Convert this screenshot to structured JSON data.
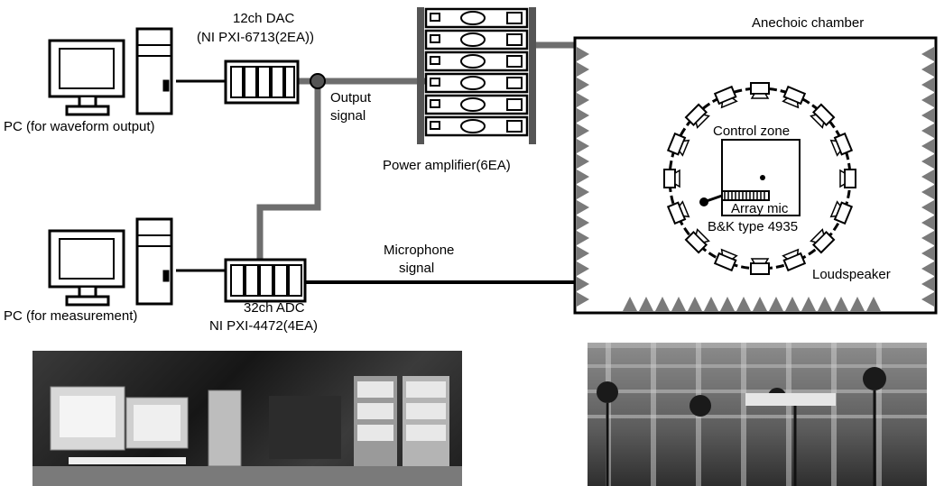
{
  "labels": {
    "dac_line1": "12ch DAC",
    "dac_line2": "(NI PXI-6713(2EA))",
    "pc_output": "PC (for waveform output)",
    "pc_measure": "PC (for measurement)",
    "output_signal_1": "Output",
    "output_signal_2": "signal",
    "power_amp": "Power amplifier(6EA)",
    "mic_signal_1": "Microphone",
    "mic_signal_2": "signal",
    "adc_line1": "32ch ADC",
    "adc_line2": "NI PXI-4472(4EA)",
    "chamber": "Anechoic chamber",
    "control_zone": "Control zone",
    "array_mic_1": "Array mic",
    "array_mic_2": "B&K type 4935",
    "loudspeaker": "Loudspeaker"
  },
  "counts": {
    "power_amplifiers": 6,
    "loudspeakers": 16
  },
  "colors": {
    "cable": "#6e6e6e",
    "wedge": "#7a7a7a",
    "ink": "#000000"
  }
}
